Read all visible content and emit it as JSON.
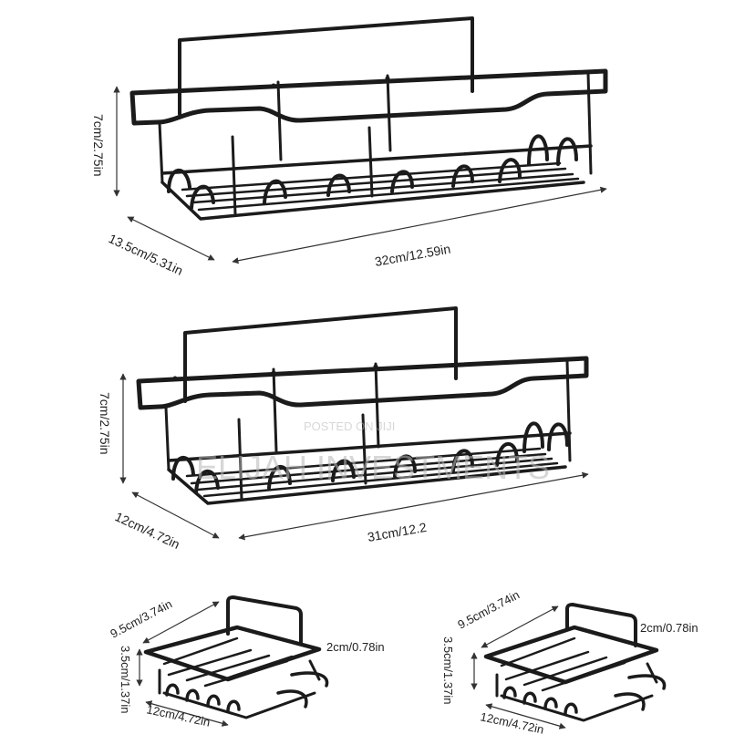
{
  "product_rack_1": {
    "height": "7cm/2.75in",
    "depth": "13.5cm/5.31in",
    "width": "32cm/12.59in"
  },
  "product_rack_2": {
    "height": "7cm/2.75in",
    "depth": "12cm/4.72in",
    "width": "31cm/12.2"
  },
  "soap_dish_left": {
    "depth": "9.5cm/3.74in",
    "height": "3.5cm/1.37in",
    "hook": "2cm/0.78in",
    "width": "12cm/4.72in"
  },
  "soap_dish_right": {
    "depth": "9.5cm/3.74in",
    "height": "3.5cm/1.37in",
    "hook": "2cm/0.78in",
    "width": "12cm/4.72in"
  },
  "watermark": {
    "posted": "POSTED ON JIJI",
    "seller": "ELIJAH INVESTMENTS"
  },
  "colors": {
    "metal": "#1b1b1b",
    "background": "#ffffff"
  }
}
